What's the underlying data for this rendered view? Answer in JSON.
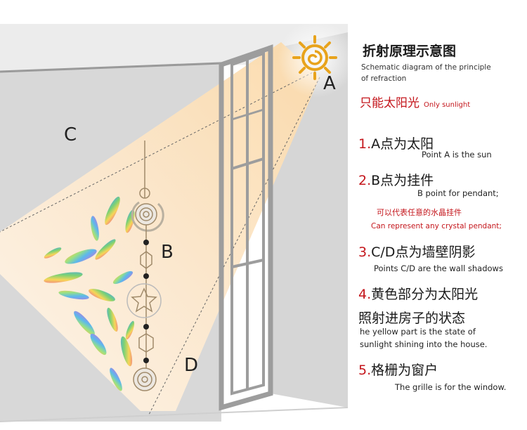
{
  "title": "折射原理示意图",
  "subtitle_line1": "Schematic diagram of the principle",
  "subtitle_line2": "of refraction",
  "only_sun_cn": "只能太阳光",
  "only_sun_en": "Only sunlight",
  "items": [
    {
      "num": "1.",
      "cn": "A点为太阳",
      "en": "Point A is the sun"
    },
    {
      "num": "2.",
      "cn": "B点为挂件",
      "en": "B point for pendant;",
      "note_cn": "可以代表任意的水晶挂件",
      "note_en": "Can represent any crystal pendant;"
    },
    {
      "num": "3.",
      "cn": "C/D点为墙壁阴影",
      "en": "Points C/D are the wall shadows"
    },
    {
      "num": "4.",
      "cn": "黄色部分为太阳光",
      "cn2": "照射进房子的状态",
      "en": "he yellow part is the state of",
      "en2": "sunlight shining into the house."
    },
    {
      "num": "5.",
      "cn": "格栅为窗户",
      "en": "The grille is for the window."
    }
  ],
  "labels": {
    "a": "A",
    "b": "B",
    "c": "C",
    "d": "D"
  },
  "colors": {
    "accent_red": "#c4161c",
    "sun": "#e8a31c",
    "light": "#fbe3bf",
    "wall": "#d6d6d6",
    "frame": "#9a9a9a"
  }
}
